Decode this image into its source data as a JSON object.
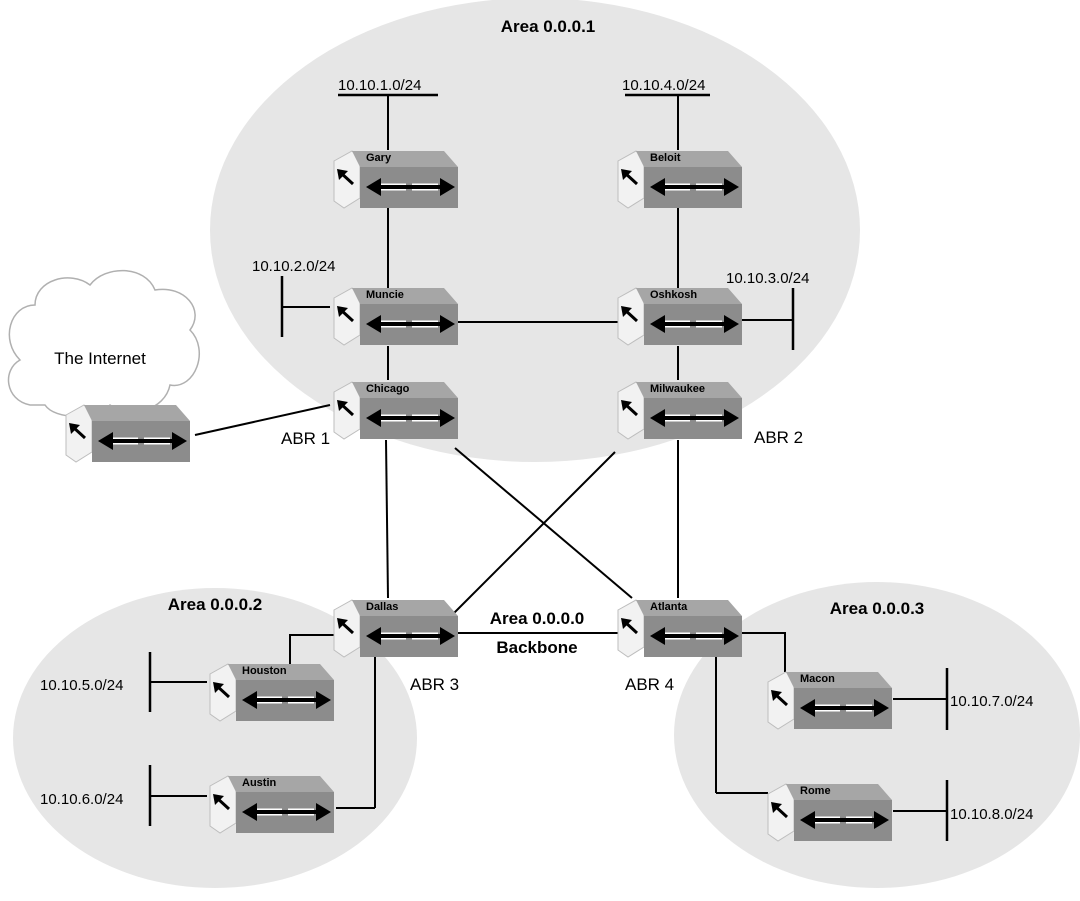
{
  "areas": [
    {
      "id": "area1",
      "label": "Area 0.0.0.1"
    },
    {
      "id": "area2",
      "label": "Area 0.0.0.2"
    },
    {
      "id": "area3",
      "label": "Area 0.0.0.3"
    }
  ],
  "backbone": {
    "line1": "Area 0.0.0.0",
    "line2": "Backbone"
  },
  "internet": {
    "label": "The Internet"
  },
  "routers": {
    "gary": "Gary",
    "beloit": "Beloit",
    "muncie": "Muncie",
    "oshkosh": "Oshkosh",
    "chicago": "Chicago",
    "milwaukee": "Milwaukee",
    "dallas": "Dallas",
    "atlanta": "Atlanta",
    "houston": "Houston",
    "austin": "Austin",
    "macon": "Macon",
    "rome": "Rome"
  },
  "abr_labels": {
    "abr1": "ABR 1",
    "abr2": "ABR 2",
    "abr3": "ABR 3",
    "abr4": "ABR 4"
  },
  "networks": {
    "n1": "10.10.1.0/24",
    "n2": "10.10.2.0/24",
    "n3": "10.10.3.0/24",
    "n4": "10.10.4.0/24",
    "n5": "10.10.5.0/24",
    "n6": "10.10.6.0/24",
    "n7": "10.10.7.0/24",
    "n8": "10.10.8.0/24"
  },
  "colors": {
    "area_fill": "#e6e6e6",
    "router_top": "#a0a0a0",
    "router_front": "#8c8c8c",
    "router_left": "#f2f2f2"
  }
}
